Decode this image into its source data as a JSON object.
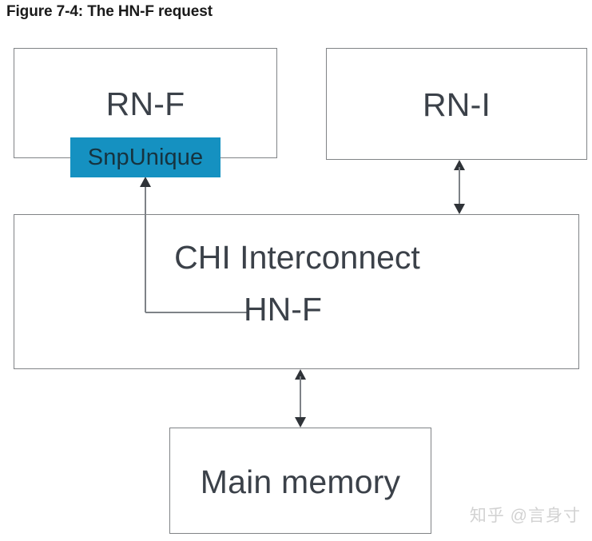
{
  "figure": {
    "title": "Figure 7-4: The HN-F request",
    "watermark": "知乎 @言身寸"
  },
  "nodes": {
    "rnf": {
      "label": "RN-F"
    },
    "rni": {
      "label": "RN-I"
    },
    "chi": {
      "label": "CHI Interconnect"
    },
    "main_memory": {
      "label": "Main memory"
    }
  },
  "annotations": {
    "snp_unique": {
      "label": "SnpUnique"
    },
    "hnf": {
      "label": "HN-F"
    }
  },
  "colors": {
    "highlight_fill": "#1591c1",
    "highlight_text": "#16333f",
    "box_border": "#808386",
    "node_text": "#3b4149",
    "connector": "#7e8287",
    "arrowhead": "#2f3338",
    "title_text": "#1a1a1a",
    "watermark_text": "#d2d2d2",
    "background": "#ffffff"
  }
}
